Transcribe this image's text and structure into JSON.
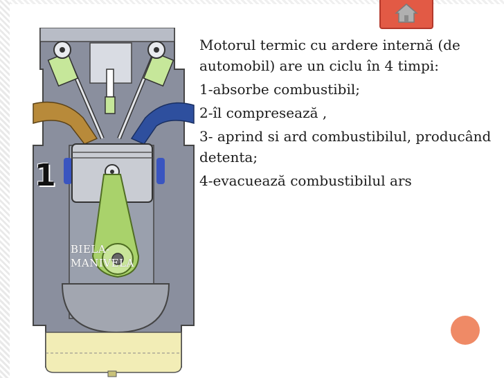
{
  "slide": {
    "intro": "Motorul termic cu ardere internă (de automobil) are un ciclu în 4 timpi:",
    "steps": [
      "1-absorbe combustibil;",
      "2-îl compresează ,",
      "3- aprind si ard combustibilul, producând detenta;",
      "4-evacuează combustibilul ars"
    ]
  },
  "diagram": {
    "step_number": "1",
    "label": "BIELA-MANIVELA"
  },
  "nav": {
    "home_icon": "home-icon"
  },
  "colors": {
    "home_button": "#e25a45",
    "accent_circle": "#ef8a66",
    "engine_gray": "#8a8f9e",
    "connecting_rod": "#a9d26b",
    "oil_pan": "#f2edb6",
    "valve_green": "#c6e79a",
    "manifold_left": "#b88a3a",
    "manifold_right": "#2e4f9e"
  }
}
